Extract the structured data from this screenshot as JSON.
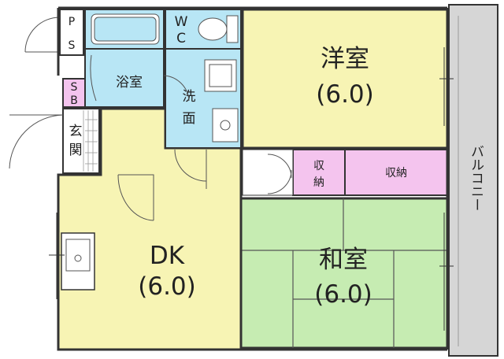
{
  "rooms": {
    "western": {
      "name": "洋室",
      "size": "(6.0)"
    },
    "japanese": {
      "name": "和室",
      "size": "(6.0)"
    },
    "dk": {
      "name": "DK",
      "size": "(6.0)"
    },
    "bath": {
      "name": "浴室"
    },
    "wash_top": "洗",
    "wash_bottom": "面",
    "wc_top": "W",
    "wc_bottom": "C",
    "ps_top": "P",
    "ps_bottom": "S",
    "sb_top": "S",
    "sb_bottom": "B",
    "entry_top": "玄",
    "entry_bottom": "関",
    "storage_small_top": "収",
    "storage_small_bottom": "納",
    "storage_large": "収納",
    "balcony": "バルコニー"
  },
  "colors": {
    "western": "#f7f4b4",
    "dk": "#f7f4b4",
    "japanese": "#c6ecb2",
    "wet": "#b8e6f5",
    "storage": "#f4c4ee",
    "balcony": "#d6d6d6",
    "wall": "#333333"
  }
}
